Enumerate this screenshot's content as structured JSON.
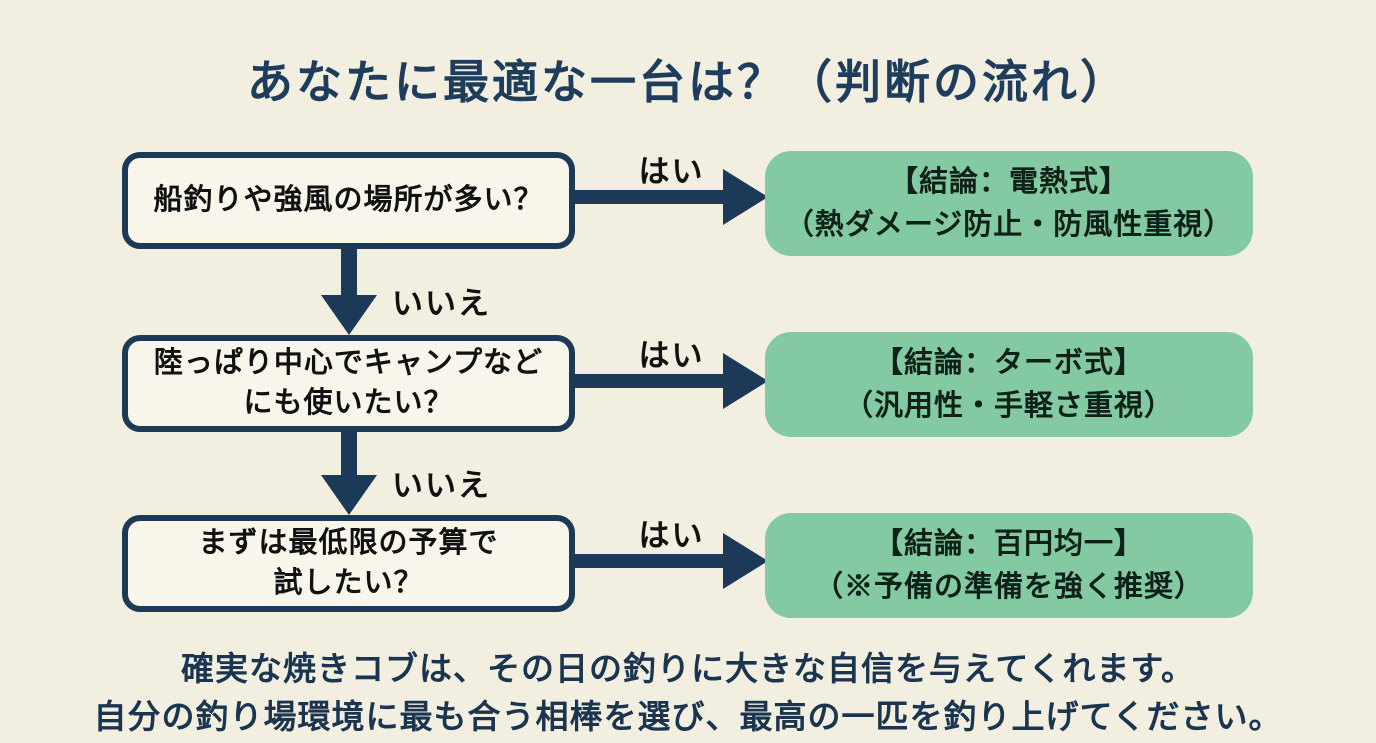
{
  "title": "あなたに最適な一台は？（判断の流れ）",
  "flow": {
    "yes_label": "はい",
    "no_label": "いいえ",
    "steps": [
      {
        "question": "船釣りや強風の場所が多い？",
        "conclusion_title": "【結論：電熱式】",
        "conclusion_note": "（熱ダメージ防止・防風性重視）"
      },
      {
        "question": "陸っぱり中心でキャンプなど\nにも使いたい？",
        "conclusion_title": "【結論：ターボ式】",
        "conclusion_note": "（汎用性・手軽さ重視）"
      },
      {
        "question": "まずは最低限の予算で\n試したい？",
        "conclusion_title": "【結論：百円均一】",
        "conclusion_note": "（※予備の準備を強く推奨）"
      }
    ]
  },
  "footer": {
    "line1": "確実な焼きコブは、その日の釣りに大きな自信を与えてくれます。",
    "line2": "自分の釣り場環境に最も合う相棒を選び、最高の一匹を釣り上げてください。"
  },
  "colors": {
    "background": "#f2efe1",
    "navy": "#1c3a58",
    "green": "#83c9a1",
    "box_fill": "#f8f6eb",
    "text_dark": "#111111"
  }
}
